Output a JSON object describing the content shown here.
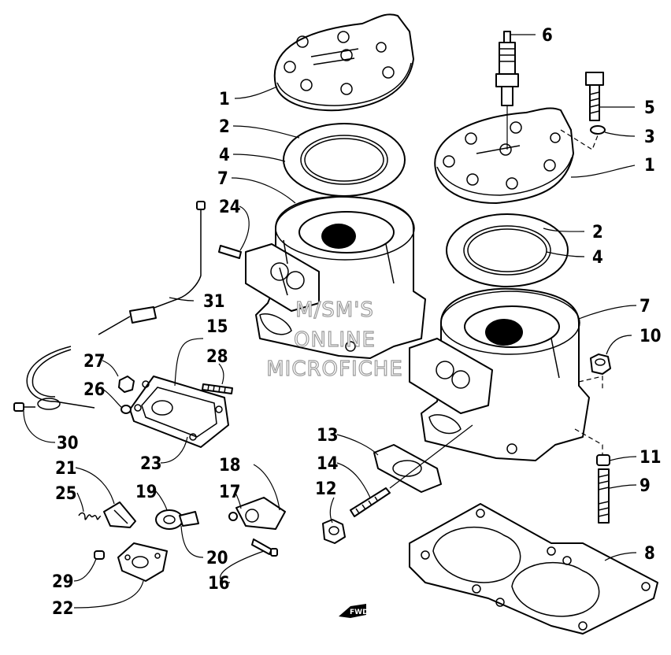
{
  "watermark": {
    "line1": "M/SM'S",
    "line2": "ONLINE",
    "line3": "MICROFICHE"
  },
  "forward_marker": "FWD",
  "callouts": [
    {
      "id": "c1a",
      "text": "1"
    },
    {
      "id": "c2a",
      "text": "2"
    },
    {
      "id": "c4a",
      "text": "4"
    },
    {
      "id": "c7a",
      "text": "7"
    },
    {
      "id": "c6",
      "text": "6"
    },
    {
      "id": "c5",
      "text": "5"
    },
    {
      "id": "c3",
      "text": "3"
    },
    {
      "id": "c1b",
      "text": "1"
    },
    {
      "id": "c24",
      "text": "24"
    },
    {
      "id": "c2b",
      "text": "2"
    },
    {
      "id": "c4b",
      "text": "4"
    },
    {
      "id": "c31",
      "text": "31"
    },
    {
      "id": "c15",
      "text": "15"
    },
    {
      "id": "c7b",
      "text": "7"
    },
    {
      "id": "c10",
      "text": "10"
    },
    {
      "id": "c28",
      "text": "28"
    },
    {
      "id": "c27",
      "text": "27"
    },
    {
      "id": "c26",
      "text": "26"
    },
    {
      "id": "c30",
      "text": "30"
    },
    {
      "id": "c23",
      "text": "23"
    },
    {
      "id": "c13",
      "text": "13"
    },
    {
      "id": "c11",
      "text": "11"
    },
    {
      "id": "c14",
      "text": "14"
    },
    {
      "id": "c21",
      "text": "21"
    },
    {
      "id": "c18",
      "text": "18"
    },
    {
      "id": "c9",
      "text": "9"
    },
    {
      "id": "c25",
      "text": "25"
    },
    {
      "id": "c19",
      "text": "19"
    },
    {
      "id": "c17",
      "text": "17"
    },
    {
      "id": "c12",
      "text": "12"
    },
    {
      "id": "c8",
      "text": "8"
    },
    {
      "id": "c20",
      "text": "20"
    },
    {
      "id": "c29",
      "text": "29"
    },
    {
      "id": "c16",
      "text": "16"
    },
    {
      "id": "c22",
      "text": "22"
    }
  ]
}
